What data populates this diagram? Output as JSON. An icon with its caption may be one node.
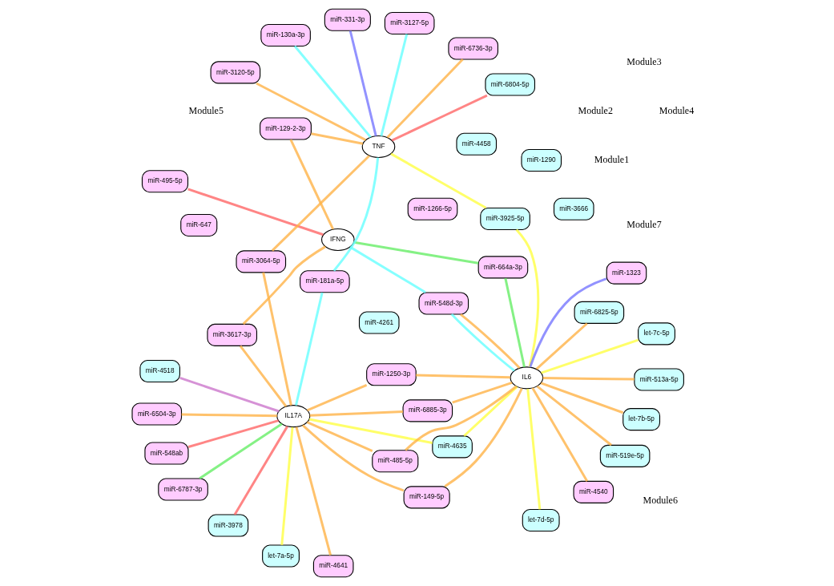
{
  "diagram": {
    "nodes": [
      {
        "text": [
          "miR-1266-5p"
        ]
      },
      {
        "text": [
          "miR-4261"
        ]
      },
      {
        "text": [
          "let-7d-5p"
        ]
      },
      {
        "text": [
          "miR-4635"
        ]
      },
      {
        "text": [
          "miR-1290"
        ]
      },
      {
        "text": [
          "let-7a-5p"
        ]
      },
      {
        "text": [
          "miR-3925-5p"
        ]
      },
      {
        "text": [
          "let-7c-5p"
        ]
      },
      {
        "text": [
          "miR-4458"
        ]
      },
      {
        "text": [
          "miR-495-5p"
        ]
      },
      {
        "text": [
          "miR-3666"
        ]
      },
      {
        "text": [
          "miR-548ab"
        ]
      },
      {
        "text": [
          "let-7b-5p"
        ]
      },
      {
        "text": [
          "miR-3978"
        ]
      },
      {
        "text": [
          "miR-519e-5p"
        ]
      },
      {
        "text": [
          "miR-6804-5p"
        ]
      },
      {
        "text": [
          "miR-6825-5p"
        ]
      },
      {
        "text": [
          "miR-513a-5p"
        ]
      },
      {
        "text": [
          "IL17A"
        ]
      },
      {
        "text": [
          "IL6"
        ]
      },
      {
        "text": [
          "miR-4540"
        ]
      },
      {
        "text": [
          "miR-4641"
        ]
      },
      {
        "text": [
          "miR-4518"
        ]
      },
      {
        "text": [
          "miR-1250-3p"
        ]
      },
      {
        "text": [
          "miR-6504-3p"
        ]
      },
      {
        "text": [
          "miR-485-5p"
        ]
      },
      {
        "text": [
          "miR-3064-5p"
        ]
      },
      {
        "text": [
          "miR-1323"
        ]
      },
      {
        "text": [
          "miR-6885-3p"
        ]
      },
      {
        "text": [
          "miR-331-3p"
        ]
      },
      {
        "text": [
          "miR-149-5p"
        ]
      },
      {
        "text": [
          "TNF"
        ]
      },
      {
        "text": [
          "IFNG"
        ]
      },
      {
        "text": [
          "miR-3120-5p"
        ]
      },
      {
        "text": [
          "miR-3617-3p"
        ]
      },
      {
        "text": [
          "miR-129-2-3p"
        ]
      },
      {
        "text": [
          "miR-6736-3p"
        ]
      },
      {
        "text": [
          "miR-6787-3p"
        ]
      },
      {
        "text": [
          "miR-130a-3p"
        ]
      },
      {
        "text": [
          "miR-3127-5p"
        ]
      },
      {
        "text": [
          "miR-548d-3p"
        ]
      },
      {
        "text": [
          "miR-664a-3p"
        ]
      },
      {
        "text": [
          "miR-181a-5p"
        ]
      },
      {
        "text": [
          "miR-647"
        ]
      }
    ],
    "edges": [
      {
        "from": 9,
        "to": 32,
        "arrow": "none",
        "color": "#ff6666"
      },
      {
        "from": 11,
        "to": 18,
        "arrow": "none",
        "color": "#ff6666"
      },
      {
        "from": 13,
        "to": 18,
        "arrow": "none",
        "color": "#ff6666"
      },
      {
        "from": 15,
        "to": 31,
        "arrow": "none",
        "color": "#ff6666"
      },
      {
        "from": 5,
        "to": 18,
        "arrow": "none",
        "color": "#ffff44"
      },
      {
        "from": 6,
        "to": 31,
        "arrow": "none",
        "color": "#ffff44"
      },
      {
        "from": 6,
        "to": 19,
        "arrow": "none",
        "color": "#ffff44"
      },
      {
        "from": 2,
        "to": 19,
        "arrow": "none",
        "color": "#ffff44"
      },
      {
        "from": 7,
        "to": 19,
        "arrow": "none",
        "color": "#ffff44"
      },
      {
        "from": 3,
        "to": 19,
        "arrow": "none",
        "color": "#ffff44"
      },
      {
        "from": 3,
        "to": 18,
        "arrow": "none",
        "color": "#ffff44"
      },
      {
        "from": 12,
        "to": 19,
        "arrow": "none"
      },
      {
        "from": 14,
        "to": 19,
        "arrow": "none"
      },
      {
        "from": 16,
        "to": 19,
        "arrow": "none"
      },
      {
        "from": 17,
        "to": 19,
        "arrow": "none"
      },
      {
        "from": 20,
        "to": 19,
        "arrow": "none"
      },
      {
        "from": 21,
        "to": 18,
        "arrow": "none"
      },
      {
        "from": 23,
        "to": 19,
        "arrow": "none"
      },
      {
        "from": 23,
        "to": 18,
        "arrow": "none"
      },
      {
        "from": 24,
        "to": 18,
        "arrow": "none"
      },
      {
        "from": 25,
        "to": 19,
        "arrow": "none"
      },
      {
        "from": 25,
        "to": 18,
        "arrow": "none"
      },
      {
        "from": 26,
        "to": 18,
        "arrow": "none"
      },
      {
        "from": 26,
        "to": 31,
        "arrow": "none"
      },
      {
        "from": 28,
        "to": 19,
        "arrow": "none"
      },
      {
        "from": 28,
        "to": 18,
        "arrow": "none"
      },
      {
        "from": 30,
        "to": 19,
        "arrow": "none"
      },
      {
        "from": 30,
        "to": 18,
        "arrow": "none"
      },
      {
        "from": 33,
        "to": 31,
        "arrow": "none"
      },
      {
        "from": 34,
        "to": 32,
        "arrow": "none"
      },
      {
        "from": 34,
        "to": 18,
        "arrow": "none"
      },
      {
        "from": 35,
        "to": 31,
        "arrow": "none"
      },
      {
        "from": 35,
        "to": 32,
        "arrow": "none"
      },
      {
        "from": 36,
        "to": 31,
        "arrow": "none"
      },
      {
        "from": 40,
        "to": 19,
        "arrow": "none"
      },
      {
        "from": 38,
        "to": 31,
        "arrow": "none",
        "color": "#66ffff"
      },
      {
        "from": 39,
        "to": 31,
        "arrow": "none",
        "color": "#66ffff"
      },
      {
        "from": 42,
        "to": 31,
        "arrow": "none",
        "color": "#66ffff"
      },
      {
        "from": 42,
        "to": 18,
        "arrow": "none",
        "color": "#66ffff"
      },
      {
        "from": 40,
        "to": 19,
        "arrow": "none",
        "color": "#66ffff"
      },
      {
        "from": 40,
        "to": 32,
        "arrow": "none",
        "color": "#66ffff"
      },
      {
        "from": 37,
        "to": 18,
        "arrow": "none",
        "color": "#66ee66"
      },
      {
        "from": 41,
        "to": 19,
        "arrow": "none",
        "color": "#66ee66"
      },
      {
        "from": 41,
        "to": 32,
        "arrow": "none",
        "color": "#66ee66"
      },
      {
        "from": 27,
        "to": 19,
        "arrow": "none",
        "color": "#7777ff"
      },
      {
        "from": 29,
        "to": 31,
        "arrow": "none",
        "color": "#7777ff"
      },
      {
        "from": 22,
        "to": 18,
        "arrow": "none",
        "color": "#cc77cc"
      }
    ],
    "labels": [
      "Module2",
      "Module1",
      "Module7",
      "Module3",
      "Module6",
      "Module5",
      "Module4"
    ]
  }
}
